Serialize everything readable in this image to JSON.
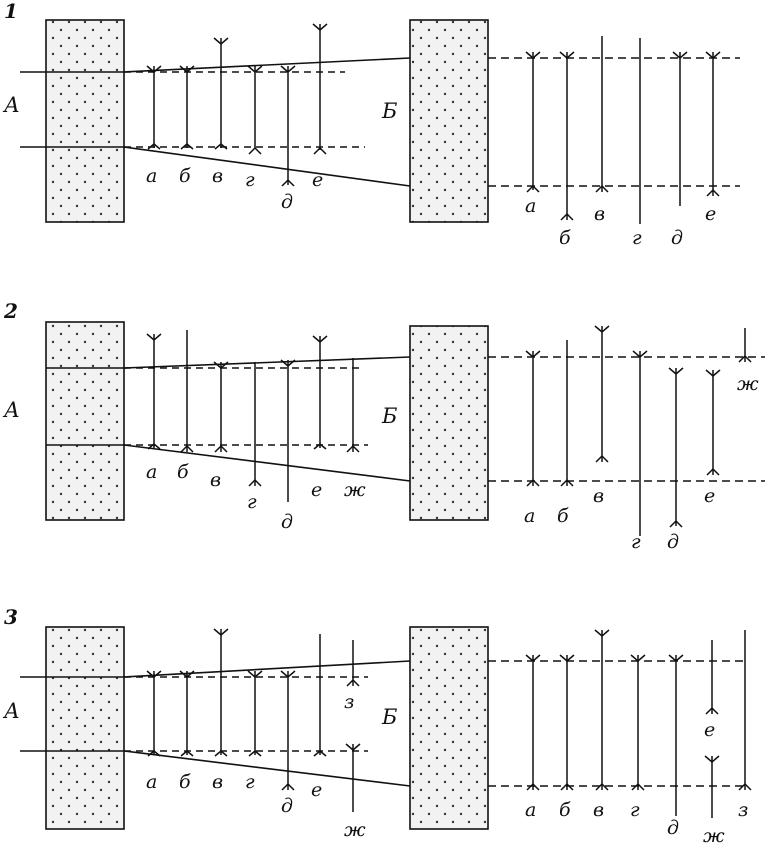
{
  "colors": {
    "ink": "#111111",
    "fill": "#f2f2f2",
    "dot": "#333333"
  },
  "panels": [
    {
      "number": "1",
      "zone_left": "А",
      "zone_right": "Б",
      "left_labels": [
        "а",
        "б",
        "в",
        "г",
        "д",
        "е"
      ],
      "right_labels": [
        "а",
        "б",
        "в",
        "г",
        "д",
        "е"
      ]
    },
    {
      "number": "2",
      "zone_left": "А",
      "zone_right": "Б",
      "left_labels": [
        "а",
        "б",
        "в",
        "г",
        "д",
        "е",
        "ж"
      ],
      "right_labels": [
        "а",
        "б",
        "в",
        "г",
        "д",
        "е",
        "ж"
      ]
    },
    {
      "number": "3",
      "zone_left": "А",
      "zone_right": "Б",
      "left_labels": [
        "а",
        "б",
        "в",
        "г",
        "д",
        "е",
        "з",
        "ж"
      ],
      "right_labels": [
        "а",
        "б",
        "в",
        "г",
        "д",
        "е",
        "ж",
        "з"
      ]
    }
  ]
}
